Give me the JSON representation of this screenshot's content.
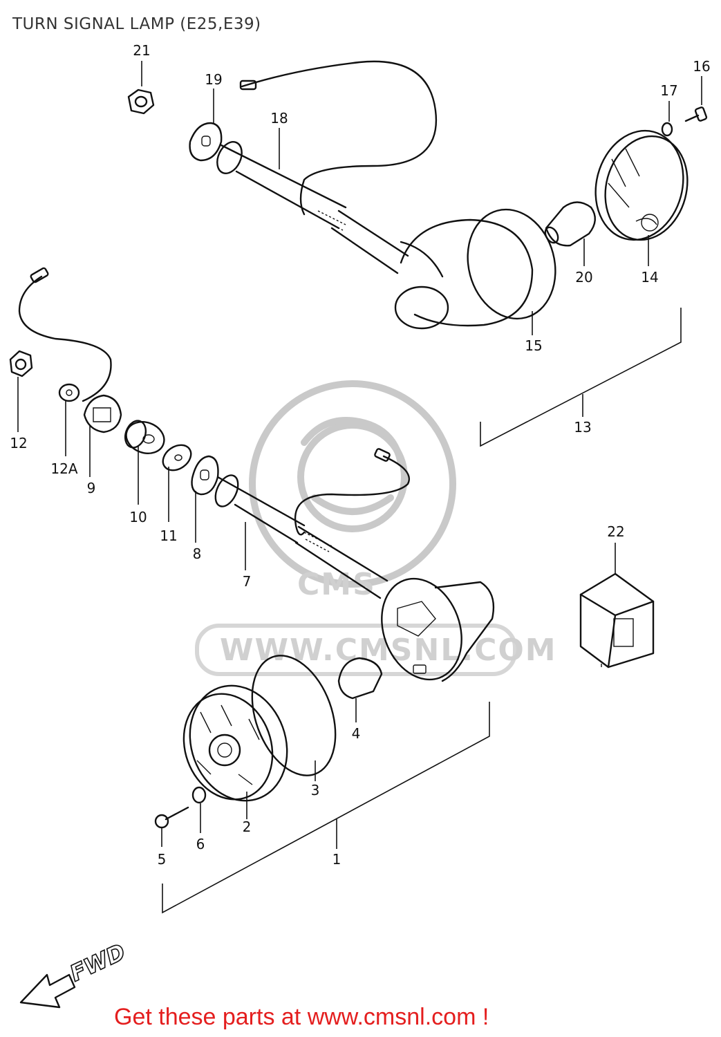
{
  "title": "TURN SIGNAL LAMP (E25,E39)",
  "footer": "Get these parts at www.cmsnl.com !",
  "watermark": "WWW.CMSNL.COM",
  "direction_label": "FWD",
  "colors": {
    "footer_text": "#e41e1e",
    "line": "#111111",
    "watermark": "#c9c9c9"
  },
  "labels": {
    "p1": "1",
    "p2": "2",
    "p3": "3",
    "p4": "4",
    "p5": "5",
    "p6": "6",
    "p7": "7",
    "p8": "8",
    "p9": "9",
    "p10": "10",
    "p11": "11",
    "p12": "12",
    "p12a": "12A",
    "p13": "13",
    "p14": "14",
    "p15": "15",
    "p16": "16",
    "p17": "17",
    "p18": "18",
    "p19": "19",
    "p20": "20",
    "p21": "21",
    "p22": "22"
  }
}
